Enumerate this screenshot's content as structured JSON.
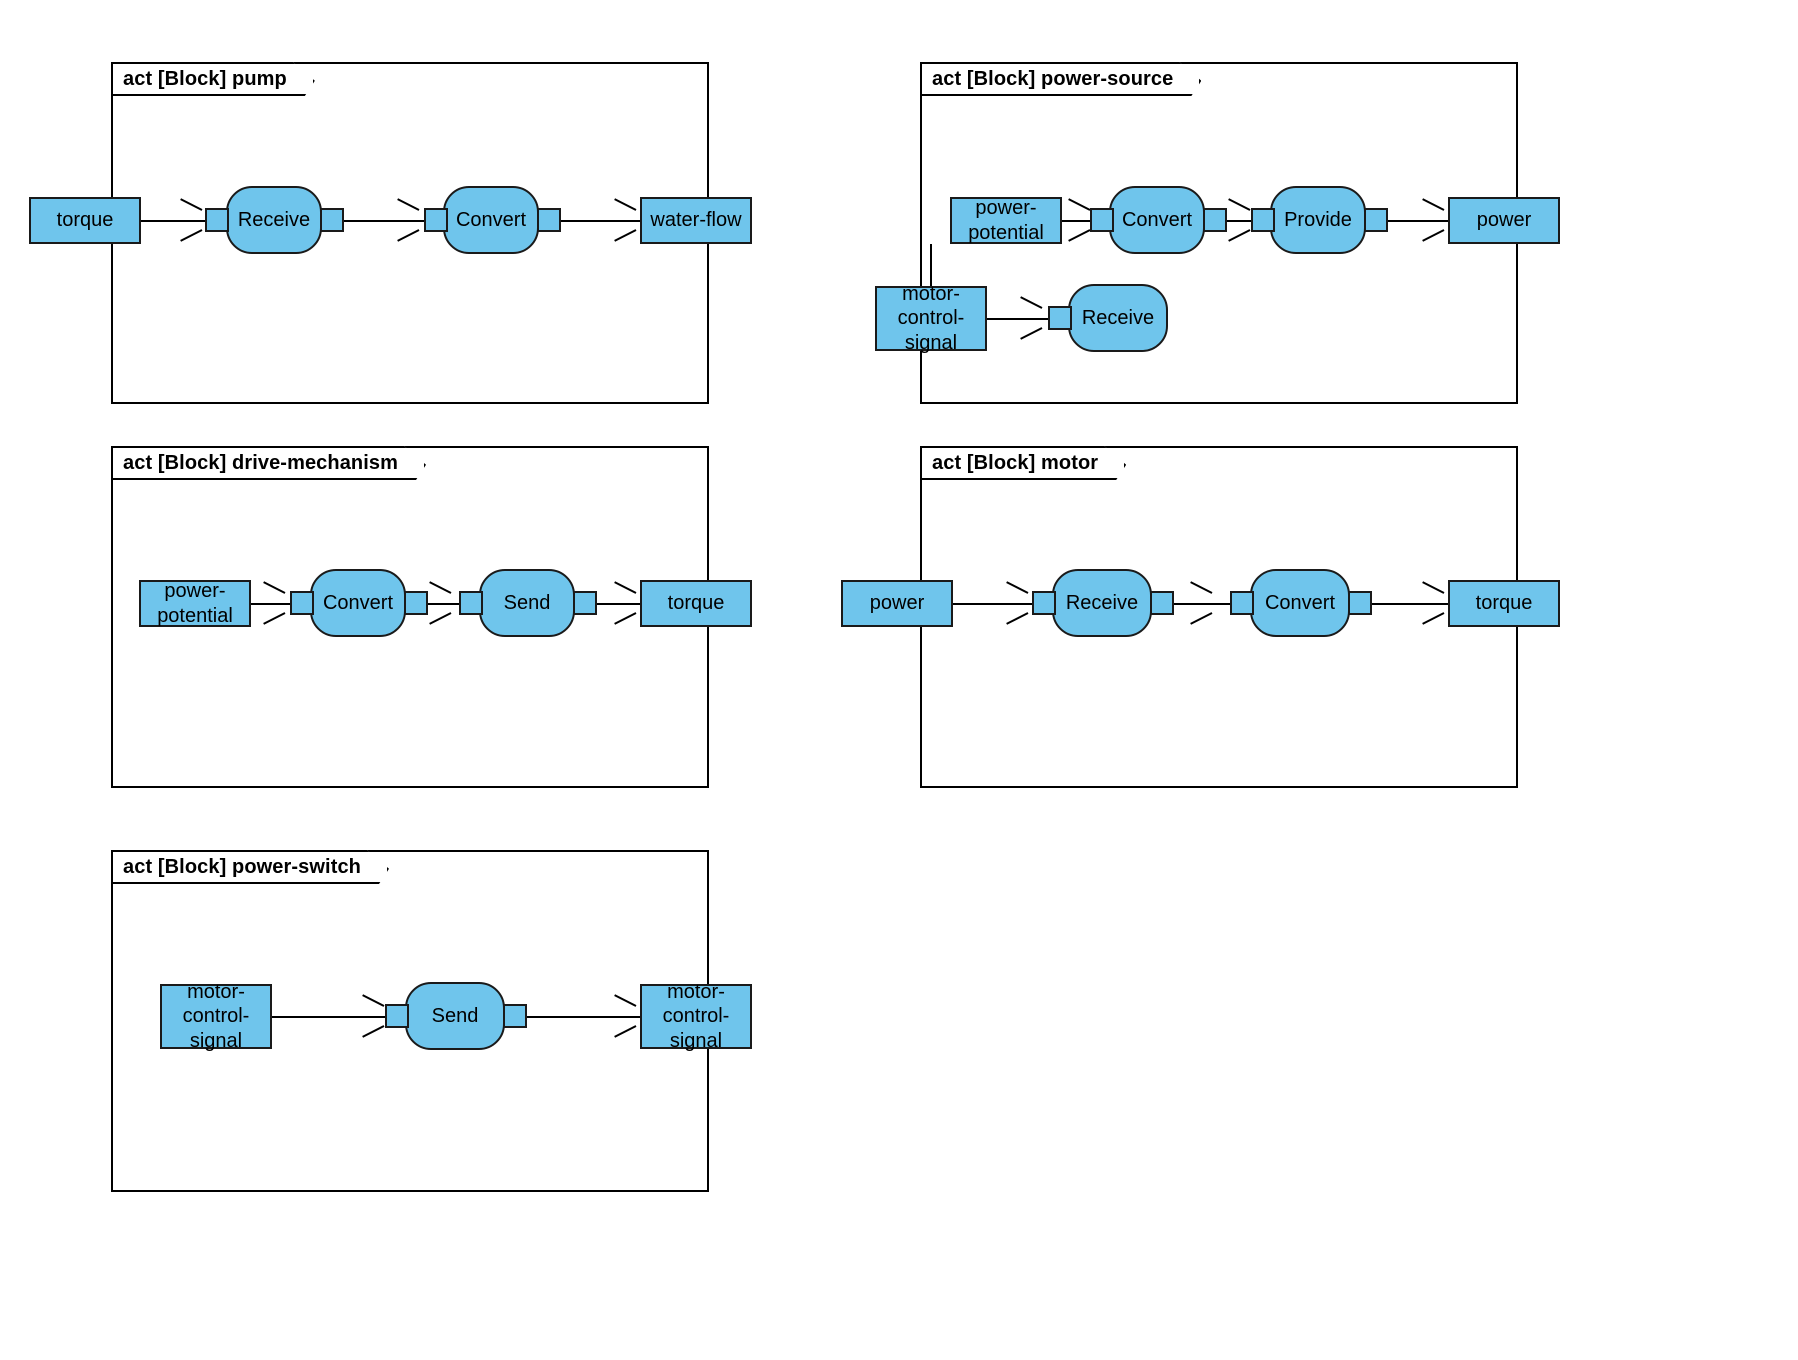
{
  "diagram": {
    "kind": "SysML activity diagrams",
    "frame_prefix": "act [Block]",
    "accent_fill": "#6FC5EC",
    "stroke": "#1A1A1A",
    "background": "#FFFFFF"
  },
  "panels": [
    {
      "id": "pump",
      "title": "act [Block] pump",
      "name": "pump",
      "nodes": {
        "in_torque": "torque",
        "act_receive": "Receive",
        "act_convert": "Convert",
        "out_water_flow": "water-flow"
      }
    },
    {
      "id": "power-source",
      "title": "act [Block] power-source",
      "name": "power-source",
      "nodes": {
        "in_power_potential_l1": "power-",
        "in_power_potential_l2": "potential",
        "act_convert": "Convert",
        "act_provide": "Provide",
        "out_power": "power",
        "in_motor_control_signal_l1": "motor-",
        "in_motor_control_signal_l2": "control-",
        "in_motor_control_signal_l3": "signal",
        "act_receive": "Receive"
      }
    },
    {
      "id": "drive-mechanism",
      "title": "act [Block] drive-mechanism",
      "name": "drive-mechanism",
      "nodes": {
        "in_power_potential_l1": "power-",
        "in_power_potential_l2": "potential",
        "act_convert": "Convert",
        "act_send": "Send",
        "out_torque": "torque"
      }
    },
    {
      "id": "motor",
      "title": "act [Block] motor",
      "name": "motor",
      "nodes": {
        "in_power": "power",
        "act_receive": "Receive",
        "act_convert": "Convert",
        "out_torque": "torque"
      }
    },
    {
      "id": "power-switch",
      "title": "act [Block] power-switch",
      "name": "power-switch",
      "nodes": {
        "in_motor_control_signal_l1": "motor-",
        "in_motor_control_signal_l2": "control-",
        "in_motor_control_signal_l3": "signal",
        "act_send": "Send",
        "out_motor_control_signal_l1": "motor-",
        "out_motor_control_signal_l2": "control-",
        "out_motor_control_signal_l3": "signal"
      }
    }
  ]
}
